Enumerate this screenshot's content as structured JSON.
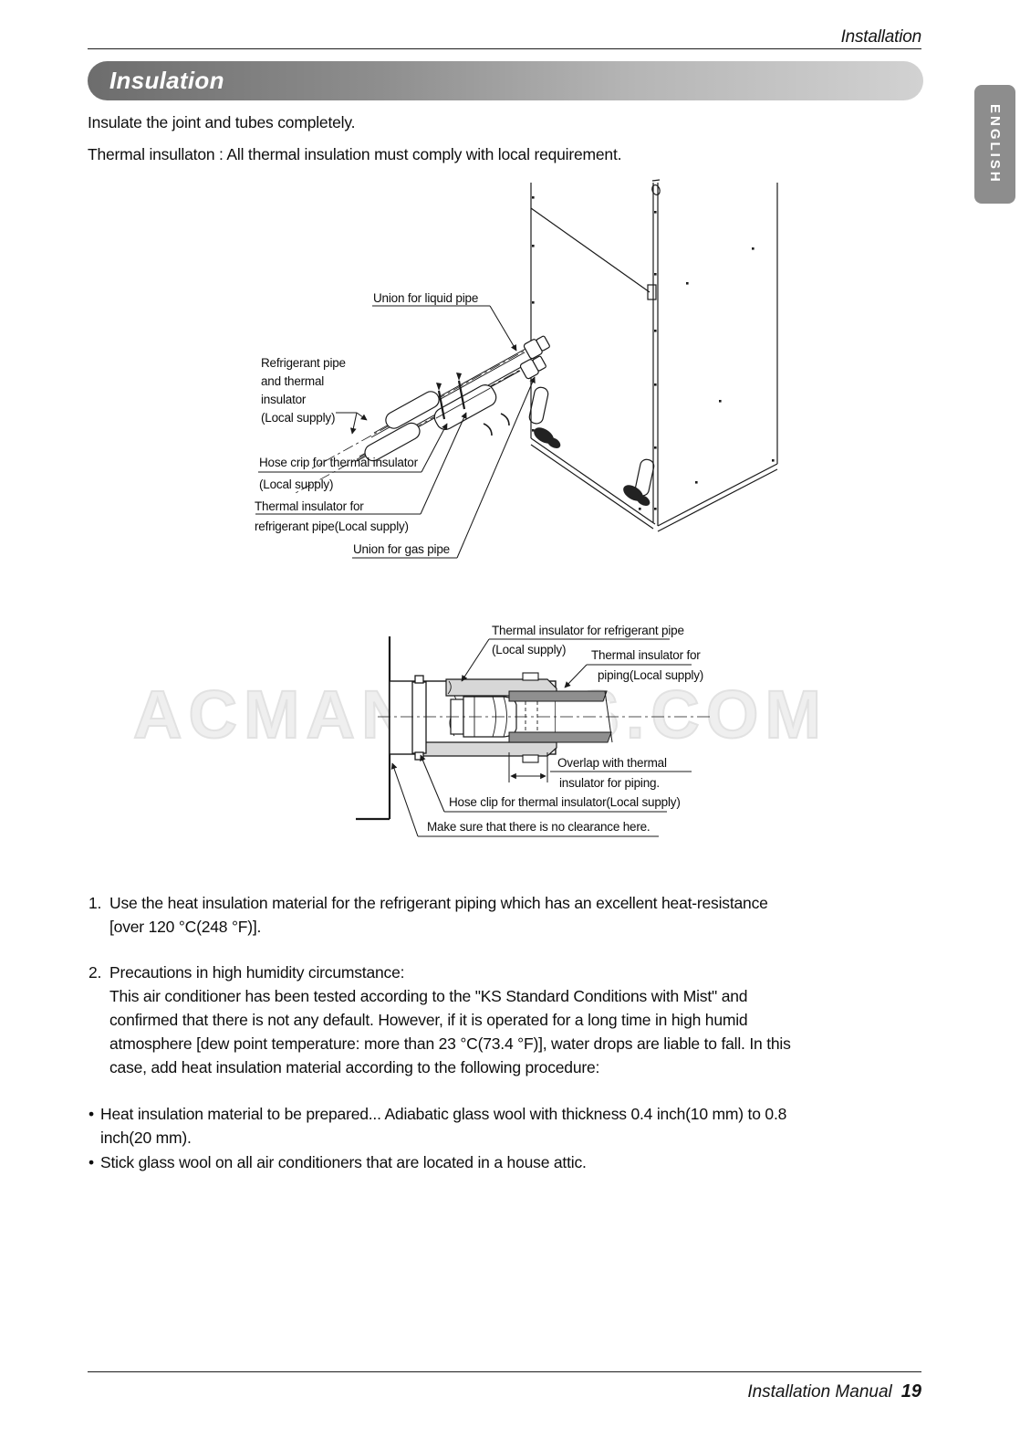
{
  "page": {
    "header_right": "Installation",
    "section_title": "Insulation",
    "language_tab": "ENGLISH",
    "watermark": "ACMANUALS.COM",
    "footer_label": "Installation Manual",
    "footer_page": "19"
  },
  "intro": {
    "line1": "Insulate the joint and tubes completely.",
    "line2": "Thermal insullaton : All thermal insulation must comply with local requirement."
  },
  "figure1": {
    "labels": {
      "union_liquid": "Union for liquid pipe",
      "refrigerant": "Refrigerant pipe\nand thermal\ninsulator\n(Local supply)",
      "hose_crip": [
        "Hose crip for thermal insulator",
        "(Local supply)"
      ],
      "thermal_insulator": [
        "Thermal insulator for",
        "refrigerant pipe(Local supply)"
      ],
      "union_gas": "Union for gas pipe"
    }
  },
  "figure2": {
    "labels": {
      "insulator_refrigerant": [
        "Thermal insulator for refrigerant pipe",
        "(Local supply)"
      ],
      "insulator_piping": [
        "Thermal insulator for",
        "piping(Local supply)"
      ],
      "overlap": [
        "Overlap with thermal",
        "insulator for piping."
      ],
      "hose_clip": "Hose clip for thermal insulator(Local supply)",
      "no_clearance": "Make sure that there is no clearance here."
    }
  },
  "notes": {
    "item1": {
      "marker": "1.",
      "text": "Use the heat insulation material for the refrigerant piping which has an excellent heat-resistance\n[over 120 °C(248 °F)]."
    },
    "item2": {
      "marker": "2.",
      "heading": "Precautions in high humidity circumstance:",
      "body": "This air conditioner has been tested according to the \"KS Standard Conditions with Mist\" and\nconfirmed that there is not any default. However, if it is operated for a long time in high humid\natmosphere [dew point temperature: more than 23 °C(73.4 °F)], water drops are liable to fall. In this\ncase, add heat insulation material according to the following procedure:"
    },
    "bullets": [
      {
        "marker": "•",
        "text": "Heat insulation material to be prepared... Adiabatic glass wool with thickness 0.4 inch(10 mm) to 0.8\ninch(20 mm)."
      },
      {
        "marker": "•",
        "text": "Stick glass wool on all air conditioners that are located in a house attic."
      }
    ]
  }
}
